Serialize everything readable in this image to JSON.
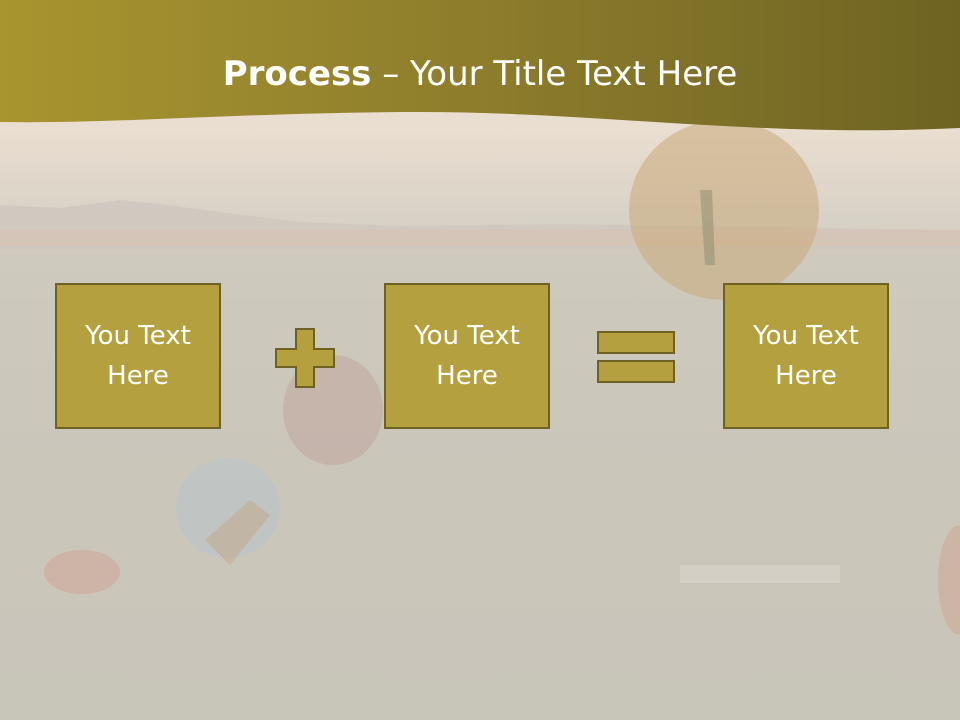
{
  "slide": {
    "title_bold": "Process",
    "title_rest": " – Your Title Text Here",
    "boxes": [
      {
        "line1": "You Text",
        "line2": "Here"
      },
      {
        "line1": "You Text",
        "line2": "Here"
      },
      {
        "line1": "You Text",
        "line2": "Here"
      }
    ],
    "operators": [
      "plus-icon",
      "equals-icon"
    ]
  },
  "colors": {
    "header": "#8c7c28",
    "box_fill": "#b4a03e",
    "box_border": "#6f6220",
    "text": "#ffffff"
  }
}
